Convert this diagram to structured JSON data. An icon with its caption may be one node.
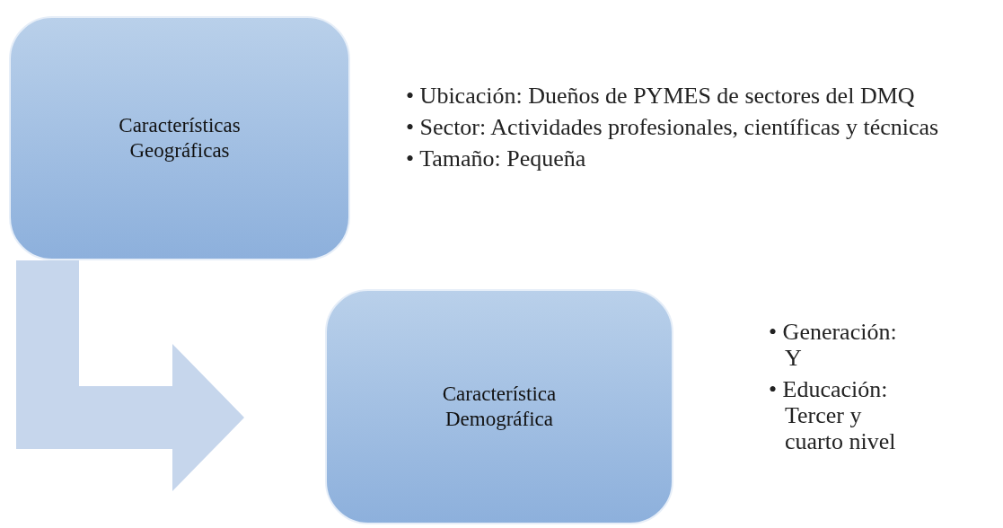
{
  "diagram": {
    "nodes": [
      {
        "text": [
          "Características Geográficas"
        ],
        "beside": [
          "• Ubicación: Dueños de PYMES de sectores  del DMQ",
          "• Sector: Actividades profesionales, científicas y técnicas",
          "• Tamaño: Pequeña"
        ]
      },
      {
        "text": [
          "Característica Demográfica"
        ],
        "beside": [
          "• Generación: Y",
          "• Educación: Tercer y cuarto nivel"
        ]
      }
    ],
    "edges": [
      {
        "from": 0,
        "to": 1,
        "arrow": "to",
        "style": "thick"
      }
    ]
  }
}
